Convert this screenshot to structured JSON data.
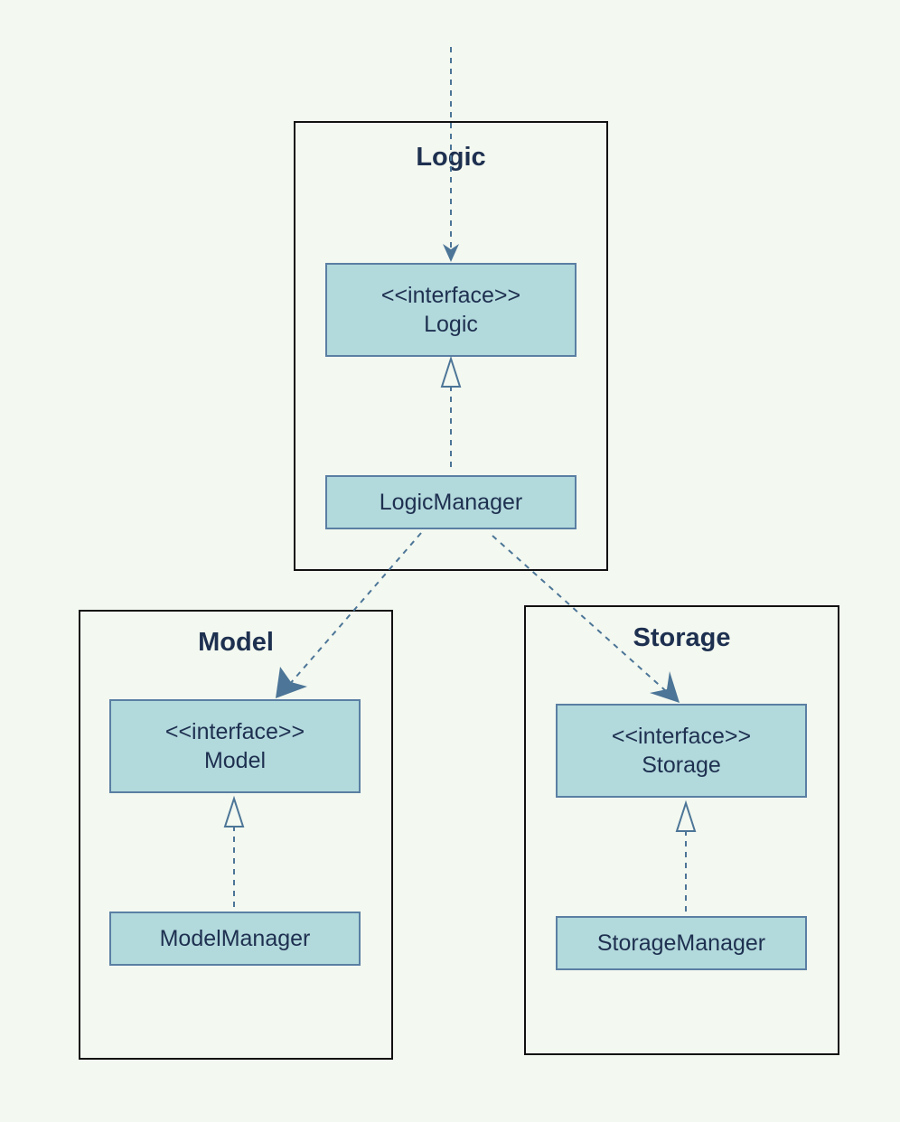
{
  "colors": {
    "background": "#f3f8f0",
    "package_border": "#111111",
    "class_fill": "#b2d9dc",
    "class_border": "#5a7fa3",
    "arrow": "#4c7597",
    "text": "#1e3050"
  },
  "packages": {
    "logic": {
      "title": "Logic",
      "interface": {
        "stereotype": "<<interface>>",
        "name": "Logic"
      },
      "manager": {
        "name": "LogicManager"
      }
    },
    "model": {
      "title": "Model",
      "interface": {
        "stereotype": "<<interface>>",
        "name": "Model"
      },
      "manager": {
        "name": "ModelManager"
      }
    },
    "storage": {
      "title": "Storage",
      "interface": {
        "stereotype": "<<interface>>",
        "name": "Storage"
      },
      "manager": {
        "name": "StorageManager"
      }
    }
  }
}
